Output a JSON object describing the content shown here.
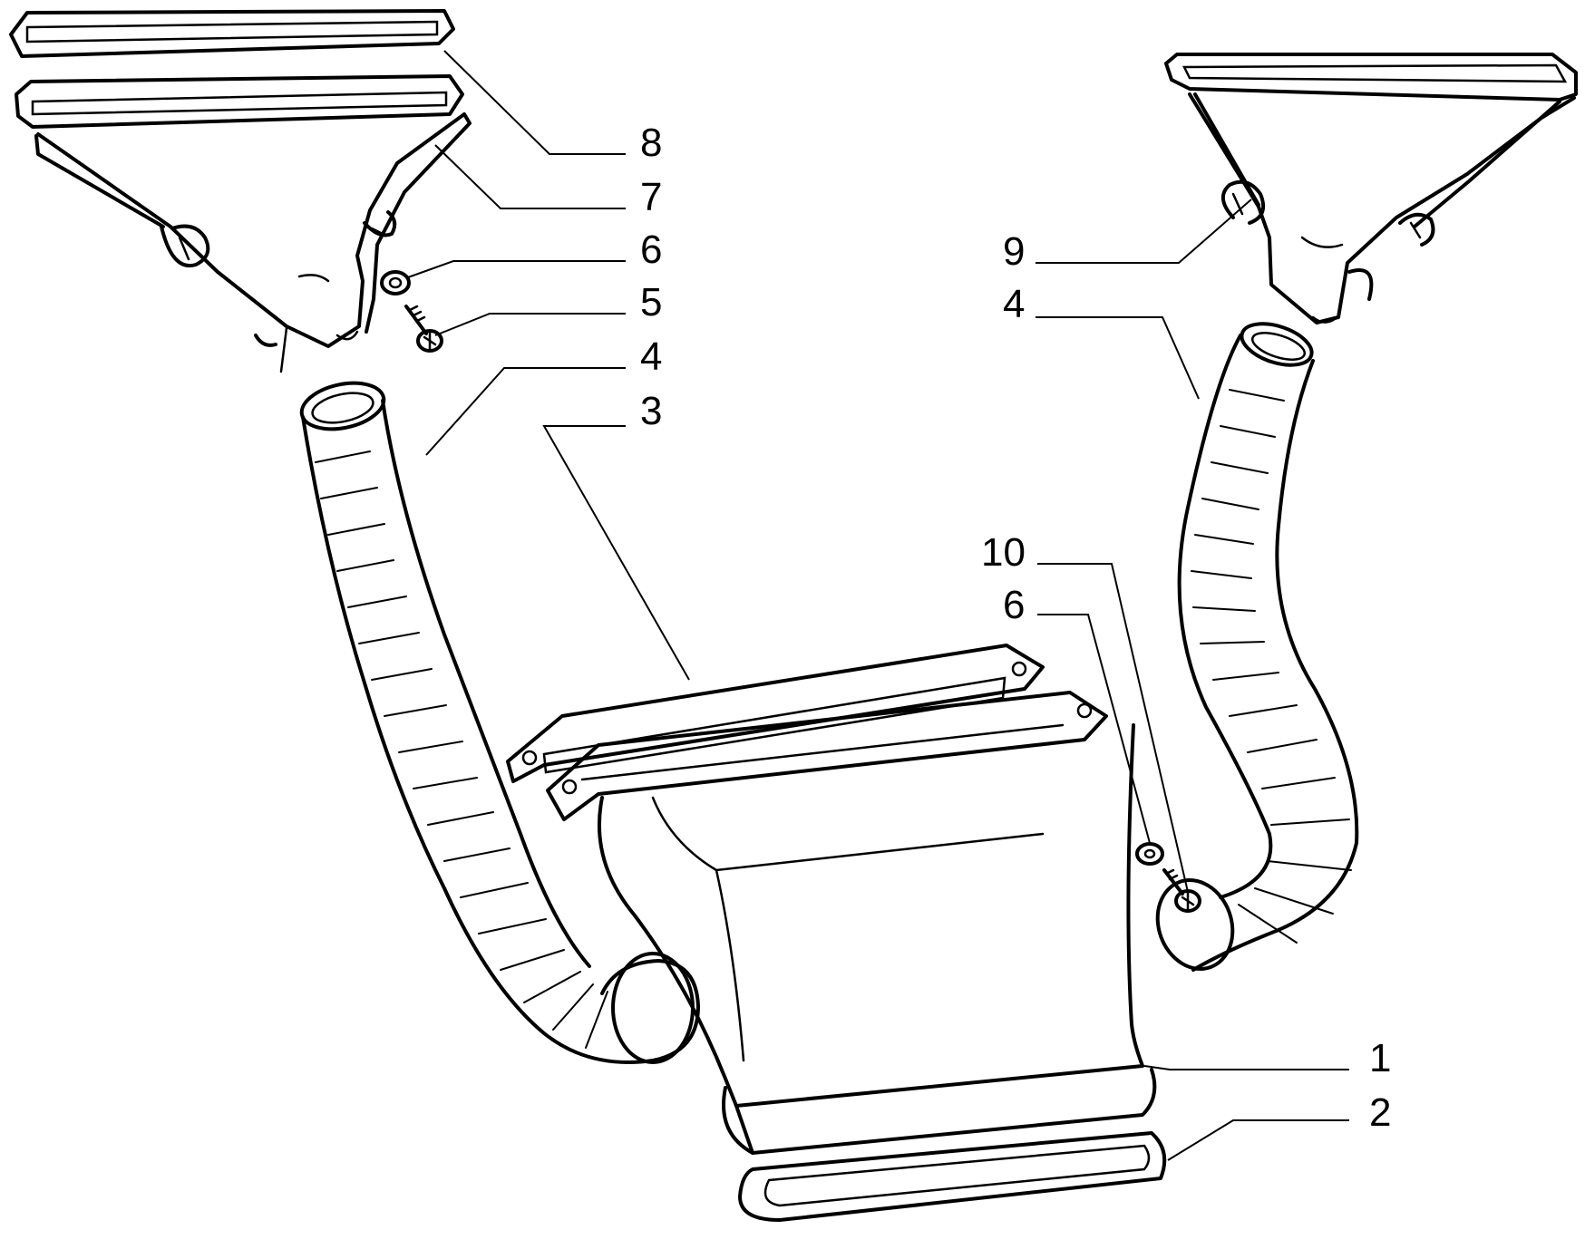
{
  "diagram": {
    "callouts": [
      "8",
      "7",
      "6",
      "5",
      "4",
      "3",
      "9",
      "4",
      "10",
      "6",
      "1",
      "2"
    ]
  }
}
